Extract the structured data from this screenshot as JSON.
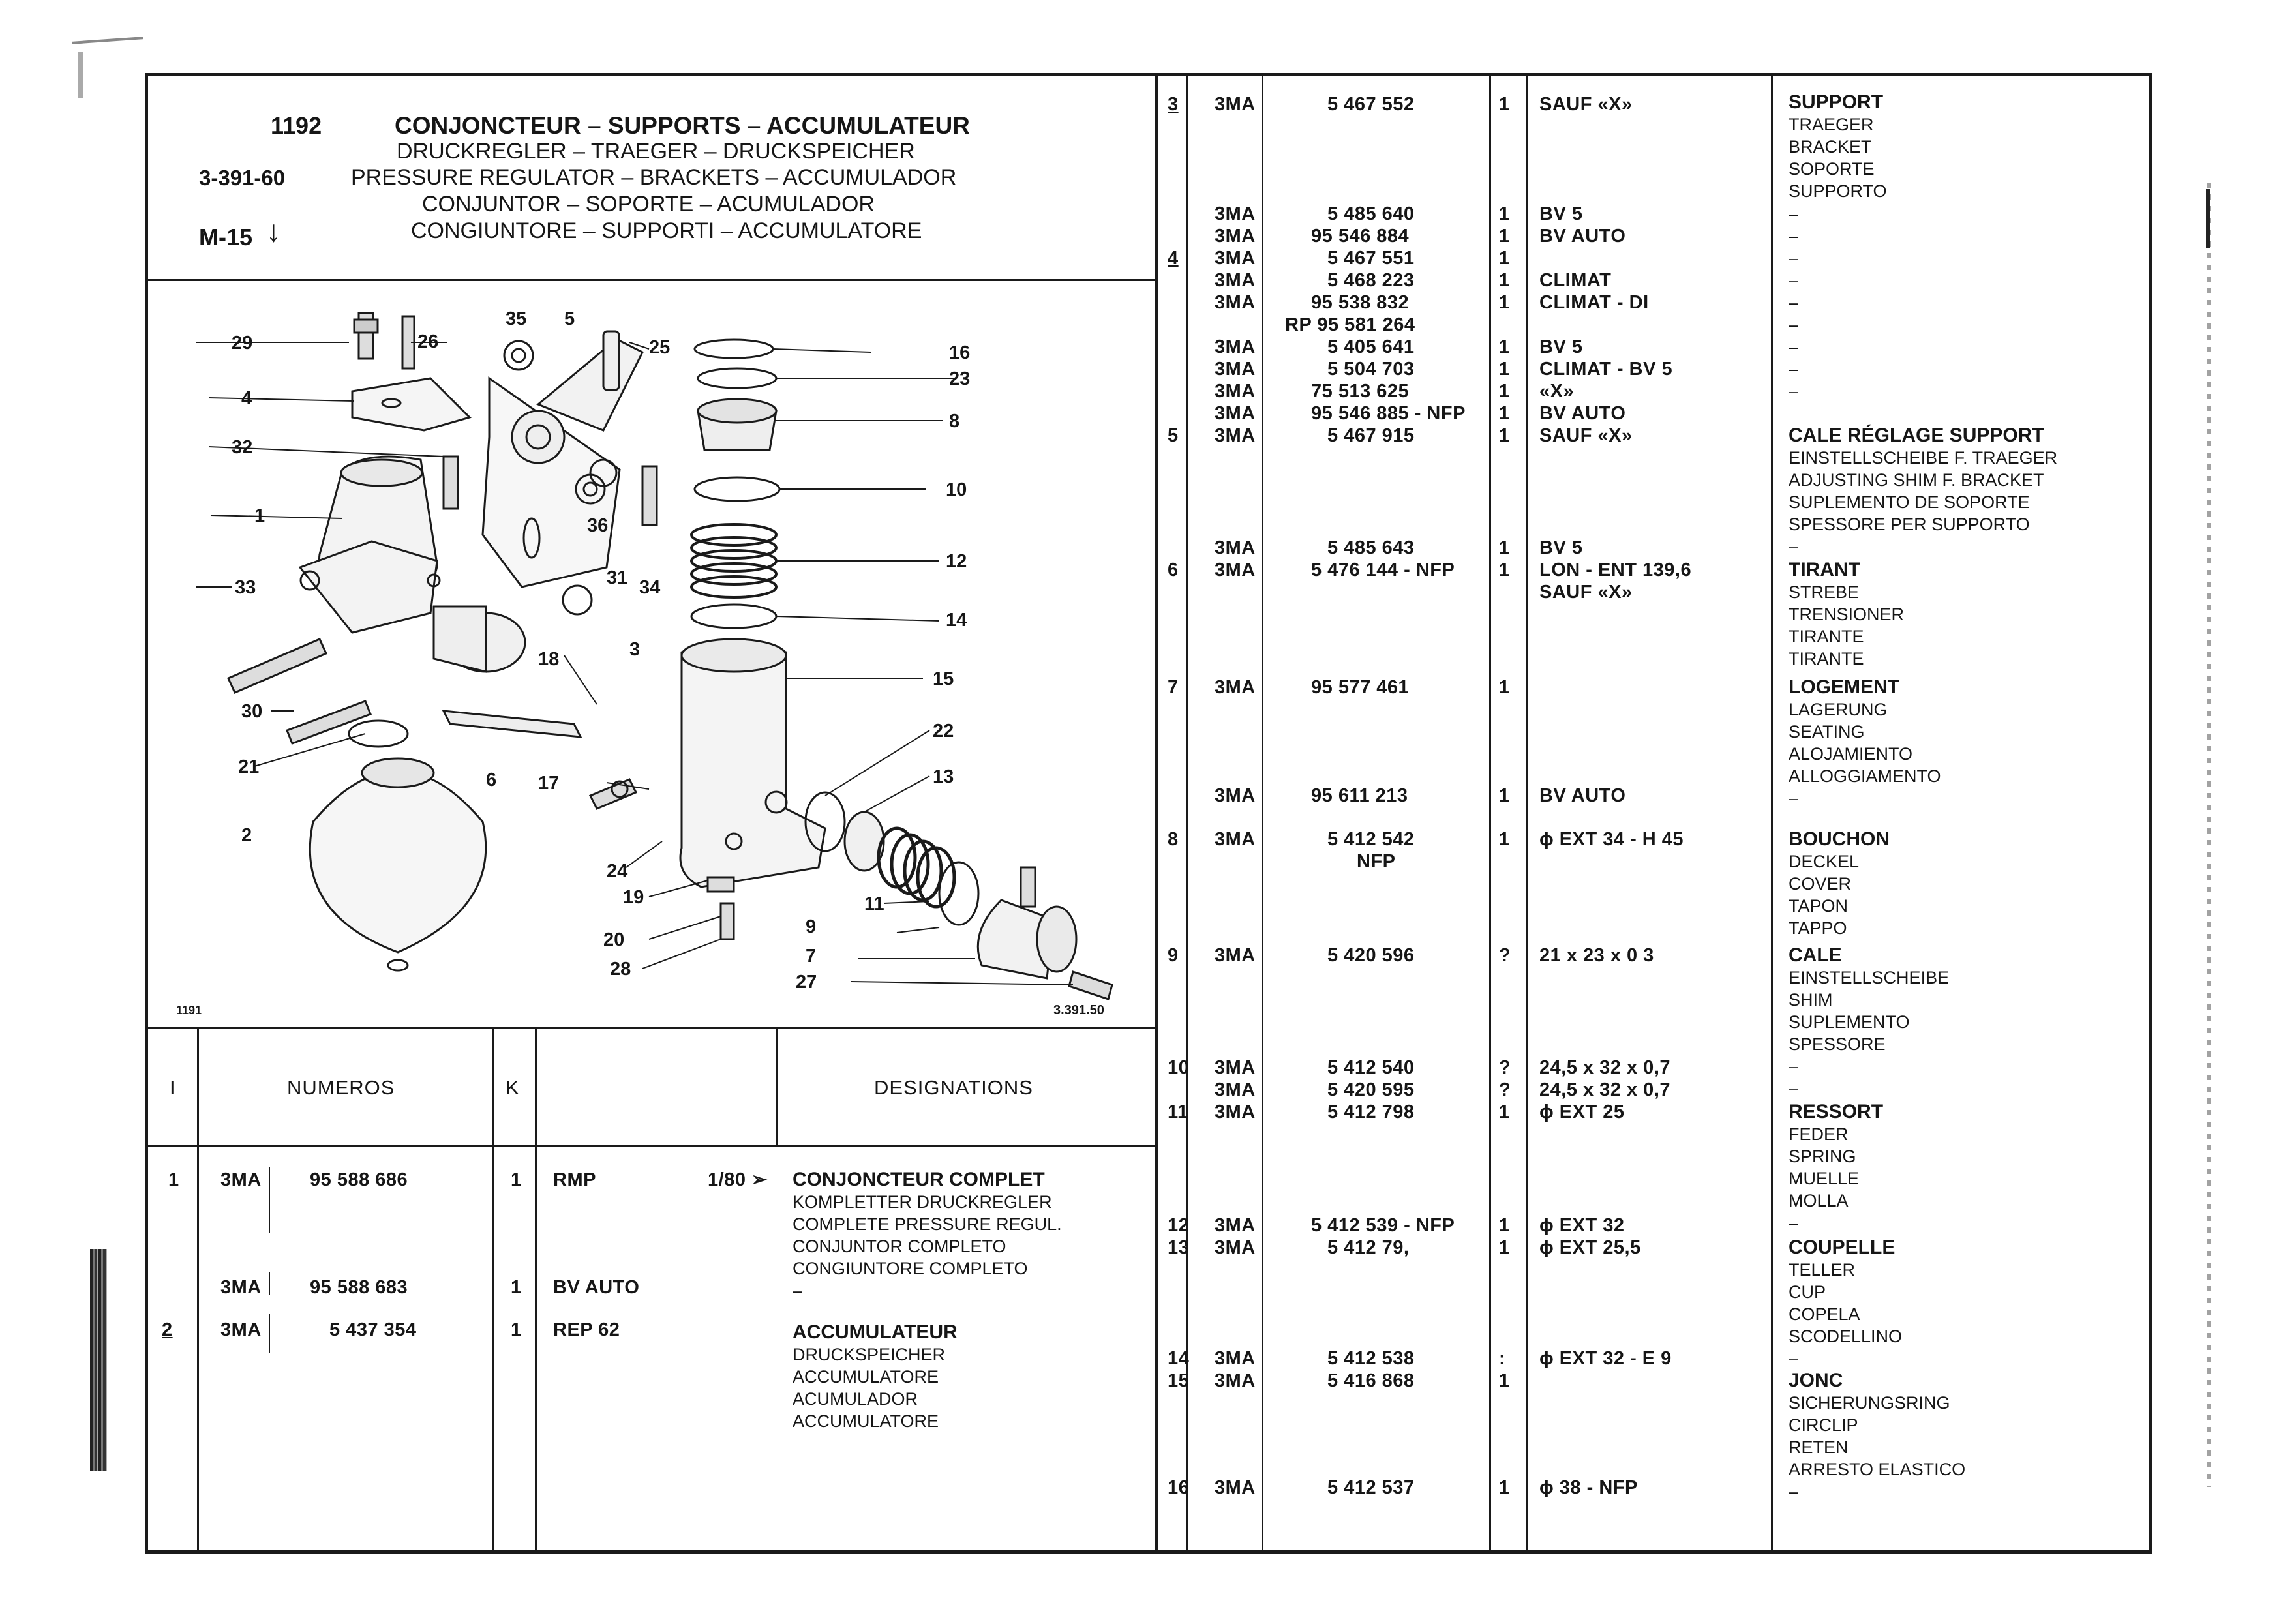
{
  "header": {
    "page_number": "1192",
    "group_code": "3-391-60",
    "model_code": "M-15",
    "model_arrow": "↓",
    "titles": [
      "CONJONCTEUR – SUPPORTS – ACCUMULATEUR",
      "DRUCKREGLER – TRAEGER – DRUCKSPEICHER",
      "PRESSURE REGULATOR – BRACKETS – ACCUMULADOR",
      "CONJUNTOR – SOPORTE – ACUMULADOR",
      "CONGIUNTORE – SUPPORTI – ACCUMULATORE"
    ]
  },
  "diagram": {
    "corner_left": "1191",
    "corner_right": "3.391.50",
    "callouts": [
      "29",
      "26",
      "35",
      "5",
      "25",
      "16",
      "4",
      "23",
      "8",
      "32",
      "1",
      "10",
      "36",
      "12",
      "31",
      "34",
      "33",
      "14",
      "3",
      "18",
      "15",
      "30",
      "22",
      "21",
      "6",
      "17",
      "13",
      "2",
      "24",
      "19",
      "11",
      "20",
      "9",
      "28",
      "7",
      "27"
    ]
  },
  "table_headers": {
    "index": "I",
    "numbers": "NUMEROS",
    "qty": "K",
    "designations": "DESIGNATIONS"
  },
  "left_rows": [
    {
      "index": "1",
      "prefix": "3MA",
      "number": "95 588 686",
      "qty": "1",
      "note": "RMP",
      "note2": "1/80 ➢",
      "names": [
        "CONJONCTEUR COMPLET",
        "KOMPLETTER DRUCKREGLER",
        "COMPLETE PRESSURE REGUL.",
        "CONJUNTOR COMPLETO",
        "CONGIUNTORE COMPLETO"
      ]
    },
    {
      "index": "",
      "prefix": "3MA",
      "number": "95 588 683",
      "qty": "1",
      "note": "BV AUTO",
      "note2": "",
      "names": [
        "–"
      ]
    },
    {
      "index": "2",
      "prefix": "3MA",
      "number": "5 437 354",
      "qty": "1",
      "note": "REP 62",
      "note2": "",
      "names": [
        "ACCUMULATEUR",
        "DRUCKSPEICHER",
        "ACCUMULATORE",
        "ACUMULADOR",
        "ACCUMULATORE"
      ]
    }
  ],
  "right_rows": [
    {
      "index": "3",
      "prefix": "3MA",
      "number": "5 467 552",
      "qty": "1",
      "note": "SAUF «X»"
    },
    {
      "index": "",
      "prefix": "3MA",
      "number": "5 485 640",
      "qty": "1",
      "note": "BV 5"
    },
    {
      "index": "",
      "prefix": "3MA",
      "number": "95 546 884",
      "qty": "1",
      "note": "BV AUTO"
    },
    {
      "index": "4",
      "prefix": "3MA",
      "number": "5 467 551",
      "qty": "1",
      "note": ""
    },
    {
      "index": "",
      "prefix": "3MA",
      "number": "5 468 223",
      "qty": "1",
      "note": "CLIMAT"
    },
    {
      "index": "",
      "prefix": "3MA",
      "number": "95 538 832",
      "qty": "1",
      "note": "CLIMAT - DI"
    },
    {
      "index": "",
      "prefix": "",
      "number": "RP 95 581 264",
      "qty": "",
      "note": ""
    },
    {
      "index": "",
      "prefix": "3MA",
      "number": "5 405 641",
      "qty": "1",
      "note": "BV 5"
    },
    {
      "index": "",
      "prefix": "3MA",
      "number": "5 504 703",
      "qty": "1",
      "note": "CLIMAT - BV 5"
    },
    {
      "index": "",
      "prefix": "3MA",
      "number": "75 513 625",
      "qty": "1",
      "note": "«X»"
    },
    {
      "index": "",
      "prefix": "3MA",
      "number": "95 546 885 - NFP",
      "qty": "1",
      "note": "BV AUTO"
    },
    {
      "index": "5",
      "prefix": "3MA",
      "number": "5 467 915",
      "qty": "1",
      "note": "SAUF «X»"
    },
    {
      "index": "",
      "prefix": "3MA",
      "number": "5 485 643",
      "qty": "1",
      "note": "BV 5"
    },
    {
      "index": "6",
      "prefix": "3MA",
      "number": "5 476 144 - NFP",
      "qty": "1",
      "note": "LON - ENT 139,6"
    },
    {
      "index": "",
      "prefix": "",
      "number": "",
      "qty": "",
      "note": "SAUF «X»"
    },
    {
      "index": "7",
      "prefix": "3MA",
      "number": "95 577 461",
      "qty": "1",
      "note": ""
    },
    {
      "index": "",
      "prefix": "3MA",
      "number": "95 611 213",
      "qty": "1",
      "note": "BV AUTO"
    },
    {
      "index": "8",
      "prefix": "3MA",
      "number": "5 412 542",
      "qty": "1",
      "note": "ϕ EXT 34 - H 45"
    },
    {
      "index": "",
      "prefix": "",
      "number": "NFP",
      "qty": "",
      "note": ""
    },
    {
      "index": "9",
      "prefix": "3MA",
      "number": "5 420 596",
      "qty": "?",
      "note": "21 x 23 x 0 3"
    },
    {
      "index": "10",
      "prefix": "3MA",
      "number": "5 412 540",
      "qty": "?",
      "note": "24,5 x 32 x 0,7"
    },
    {
      "index": "",
      "prefix": "3MA",
      "number": "5 420 595",
      "qty": "?",
      "note": "24,5 x 32 x 0,7"
    },
    {
      "index": "11",
      "prefix": "3MA",
      "number": "5 412 798",
      "qty": "1",
      "note": "ϕ EXT 25"
    },
    {
      "index": "12",
      "prefix": "3MA",
      "number": "5 412 539 - NFP",
      "qty": "1",
      "note": "ϕ EXT 32"
    },
    {
      "index": "13",
      "prefix": "3MA",
      "number": "5 412 79,",
      "qty": "1",
      "note": "ϕ EXT 25,5"
    },
    {
      "index": "14",
      "prefix": "3MA",
      "number": "5 412 538",
      "qty": ":",
      "note": "ϕ EXT 32 - E 9"
    },
    {
      "index": "15",
      "prefix": "3MA",
      "number": "5 416 868",
      "qty": "1",
      "note": ""
    },
    {
      "index": "16",
      "prefix": "3MA",
      "number": "5 412 537",
      "qty": "1",
      "note": "ϕ 38 - NFP"
    }
  ],
  "designation_groups": [
    {
      "lines": [
        "SUPPORT",
        "TRAEGER",
        "BRACKET",
        "SOPORTE",
        "SUPPORTO"
      ]
    },
    {
      "lines": [
        "–",
        "–",
        "–",
        "–",
        "–",
        "–",
        "–",
        "–",
        "–"
      ]
    },
    {
      "lines": [
        "CALE RÉGLAGE SUPPORT",
        "EINSTELLSCHEIBE F. TRAEGER",
        "ADJUSTING SHIM F. BRACKET",
        "SUPLEMENTO DE SOPORTE",
        "SPESSORE PER SUPPORTO",
        "–"
      ]
    },
    {
      "lines": [
        "TIRANT",
        "STREBE",
        "TRENSIONER",
        "TIRANTE",
        "TIRANTE"
      ]
    },
    {
      "lines": [
        "LOGEMENT",
        "LAGERUNG",
        "SEATING",
        "ALOJAMIENTO",
        "ALLOGGIAMENTO",
        "–"
      ]
    },
    {
      "lines": [
        "BOUCHON",
        "DECKEL",
        "COVER",
        "TAPON",
        "TAPPO"
      ]
    },
    {
      "lines": [
        "CALE",
        "EINSTELLSCHEIBE",
        "SHIM",
        "SUPLEMENTO",
        "SPESSORE",
        "–",
        "–"
      ]
    },
    {
      "lines": [
        "RESSORT",
        "FEDER",
        "SPRING",
        "MUELLE",
        "MOLLA",
        "–"
      ]
    },
    {
      "lines": [
        "COUPELLE",
        "TELLER",
        "CUP",
        "COPELA",
        "SCODELLINO",
        "–"
      ]
    },
    {
      "lines": [
        "JONC",
        "SICHERUNGSRING",
        "CIRCLIP",
        "RETEN",
        "ARRESTO ELASTICO",
        "–"
      ]
    }
  ]
}
